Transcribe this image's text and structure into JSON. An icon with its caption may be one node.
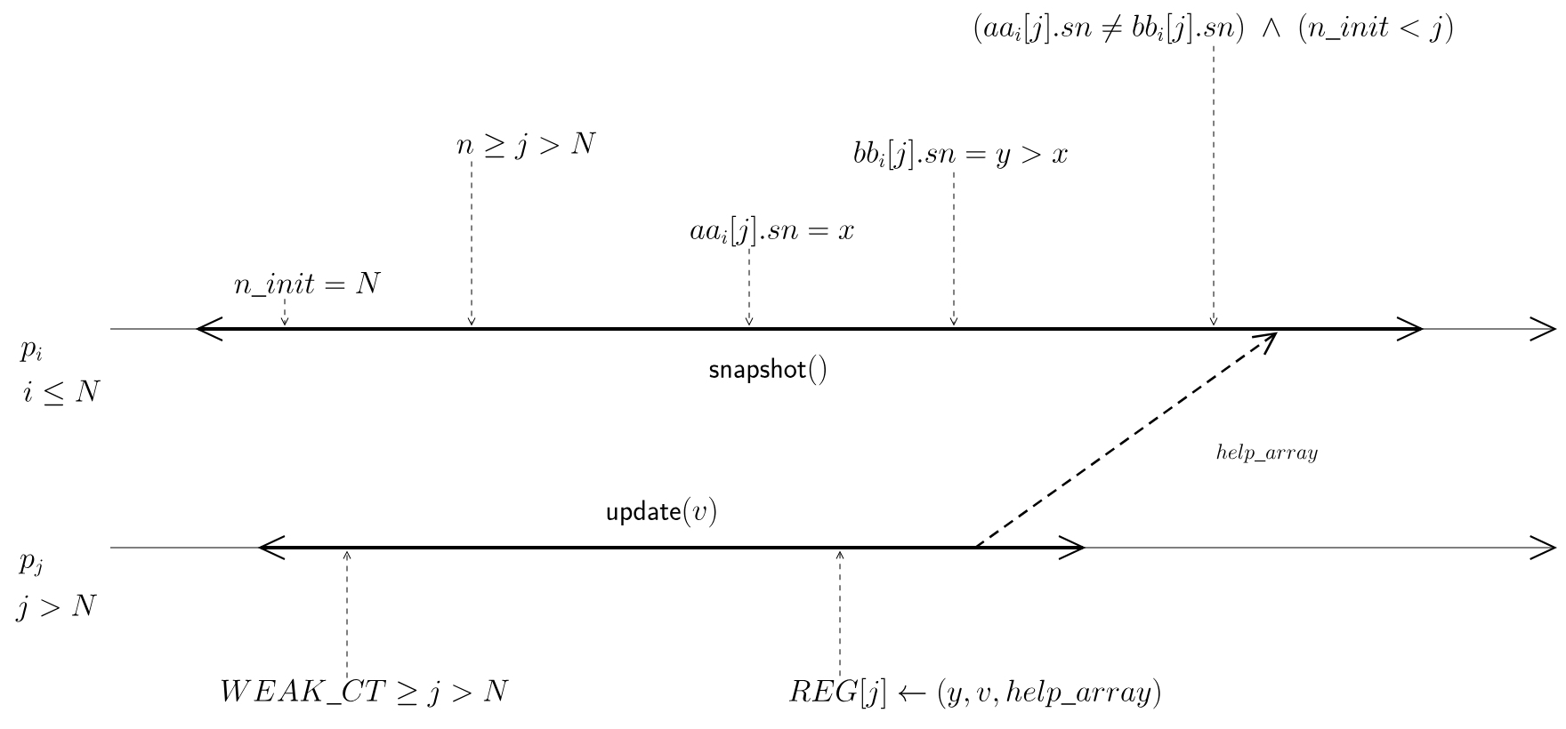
{
  "diagram": {
    "nodes": [
      {
        "text": [
          "(aa_i[j].sn \\neq bb_i[j].sn) \\;\\wedge\\; (n\\_init < j)"
        ]
      },
      {
        "text": [
          "n \\geq j > N"
        ]
      },
      {
        "text": [
          "bb_i[j].sn = y > x"
        ]
      },
      {
        "text": [
          "n\\_init = N"
        ]
      },
      {
        "text": [
          "aa_i[j].sn = x"
        ]
      },
      {
        "text": [],
        "shape": "bar",
        "beside": [
          "\\mathsf{snapshot}()"
        ]
      },
      {
        "text": [],
        "shape": "bar",
        "beside": [
          "\\mathsf{update}(v)"
        ]
      },
      {
        "text": [
          "WEAK\\_CT \\geq j > N"
        ]
      },
      {
        "text": [
          "REG[j] \\leftarrow (y, v, help\\_array)"
        ]
      }
    ],
    "edges": [
      {
        "from": 0,
        "to": 5,
        "arrow": "to",
        "style": "dashed"
      },
      {
        "from": 1,
        "to": 5,
        "arrow": "to",
        "style": "dashed"
      },
      {
        "from": 2,
        "to": 5,
        "arrow": "to",
        "style": "dashed"
      },
      {
        "from": 3,
        "to": 5,
        "arrow": "to",
        "style": "dashed"
      },
      {
        "from": 4,
        "to": 5,
        "arrow": "to",
        "style": "dashed"
      },
      {
        "from": 6,
        "to": 5,
        "arrow": "to",
        "style": "dashed",
        "label": "help\\_array"
      },
      {
        "from": 7,
        "to": 6,
        "arrow": "to",
        "style": "dashed"
      },
      {
        "from": 8,
        "to": 6,
        "arrow": "to",
        "style": "dashed"
      }
    ],
    "labels": [
      "p_i",
      "i \\leq N",
      "p_j",
      "j > N"
    ]
  }
}
